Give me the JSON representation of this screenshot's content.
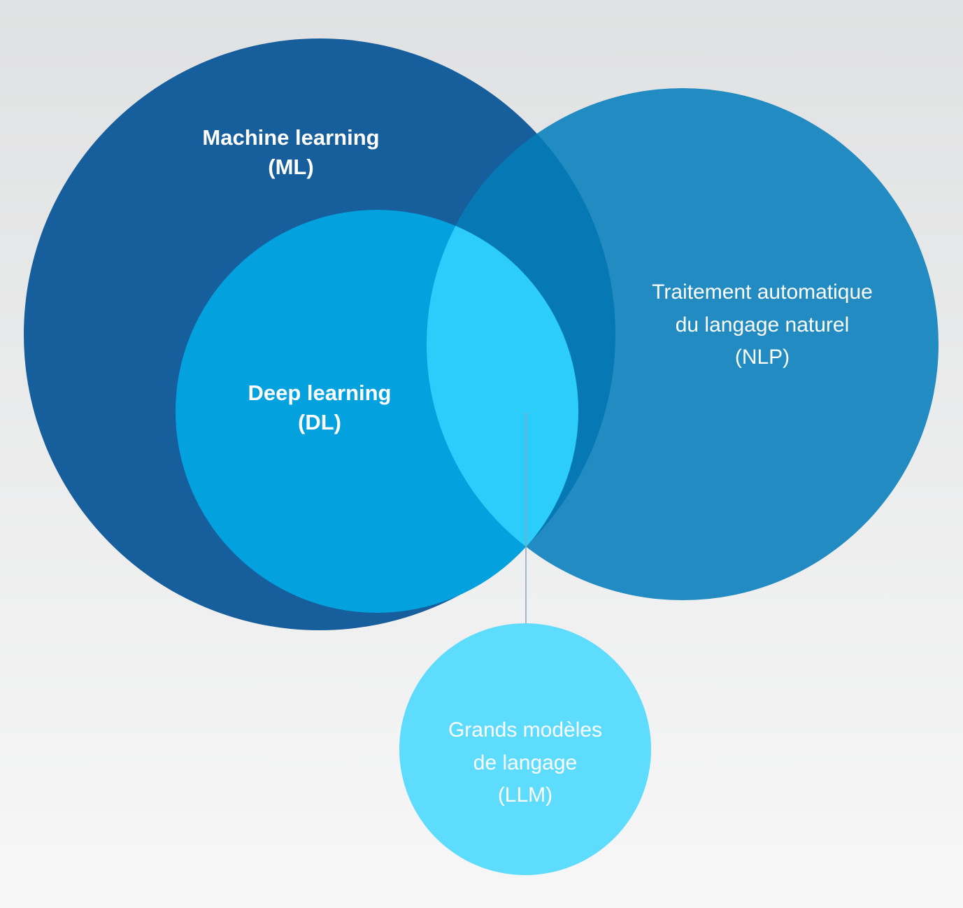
{
  "diagram": {
    "ml": {
      "line1": "Machine learning",
      "line2": "(ML)",
      "color": "#175e9c"
    },
    "dl": {
      "line1": "Deep learning",
      "line2": "(DL)",
      "color": "#04a1df"
    },
    "nlp": {
      "line1": "Traitement automatique",
      "line2": "du langage naturel",
      "line3": "(NLP)",
      "color": "#228bc1"
    },
    "llm": {
      "line1": "Grands modèles",
      "line2": "de langage",
      "line3": "(LLM)",
      "color": "#5ddcfd"
    },
    "overlap_colors": {
      "ml_nlp": "#0679b5",
      "dl_nlp": "#2ccdfb"
    }
  }
}
